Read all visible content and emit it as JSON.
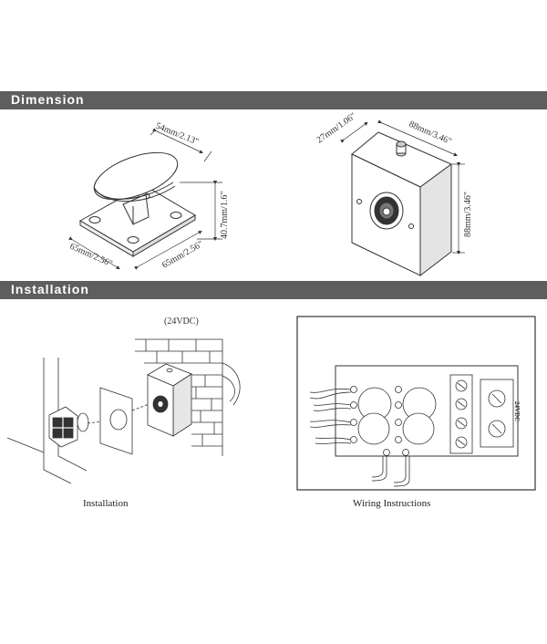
{
  "sections": {
    "dimension_title": "Dimension",
    "installation_title": "Installation"
  },
  "dimension": {
    "holder_top": "54mm/2.13\"",
    "holder_height": "40.7mm/1.6\"",
    "base_left": "65mm/2.56\"",
    "base_right": "65mm/2.56\"",
    "box_depth": "27mm/1.06\"",
    "box_width": "88mm/3.46\"",
    "box_height": "88mm/3.46\""
  },
  "installation": {
    "voltage": "(24VDC)",
    "install_caption": "Installation",
    "wiring_caption": "Wiring Instructions",
    "terminal_label": "24VDC"
  }
}
